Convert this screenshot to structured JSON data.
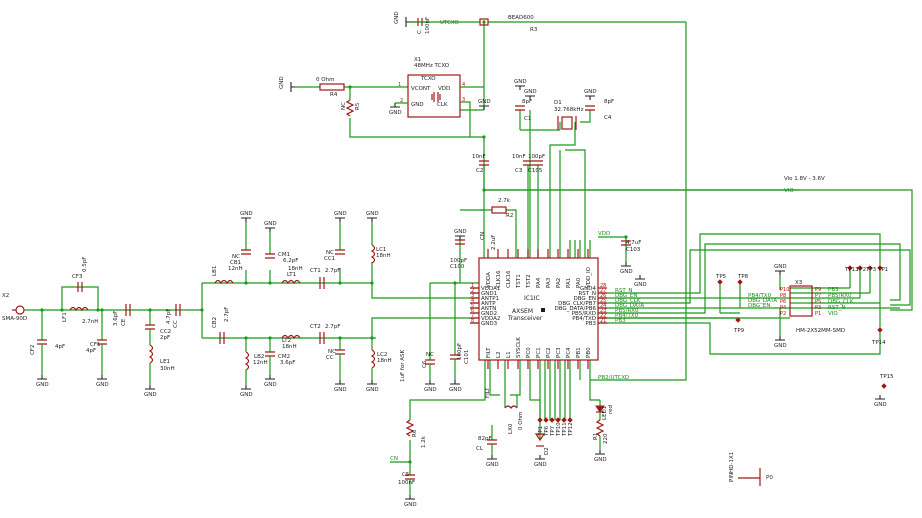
{
  "labels": {
    "sma_ref": "X2",
    "sma_val": "SMA-90D",
    "cf3_ref": "CF3",
    "cf3_val": "0.5pF",
    "lf1_ref": "LF1",
    "lf1_val": "2.7nH",
    "cf2_ref": "CF2",
    "cf2_val": "4pF",
    "cf1_ref": "CF1",
    "cf1_val": "4pF",
    "ce_ref": "CE",
    "ce_val": "3.6pF",
    "cc_ref": "CC",
    "cc_val": "4.7pF",
    "cc2_ref": "CC2",
    "cc2_val": "2pF",
    "le1_ref": "LE1",
    "le1_val": "30nH",
    "cb1_ref": "CB1",
    "cb1_val": "NC",
    "lb1_ref": "LB1",
    "lb1_val": "12nH",
    "cm1_ref": "CM1",
    "cm1_val": "6.2pF",
    "lt1_ref": "LT1",
    "lt1_val": "18nH",
    "ct1_ref": "CT1",
    "ct1_val": "2.7pF",
    "cc1_ref": "CC1",
    "cc1_val": "NC",
    "lc1_ref": "LC1",
    "lc1_val": "18nH",
    "cb2_ref": "CB2",
    "cb2_val": "2.7pF",
    "lb2_ref": "LB2",
    "lb2_val": "12nH",
    "cm2_ref": "CM2",
    "cm2_val": "3.6pF",
    "lt2_ref": "LT2",
    "lt2_val": "18nH",
    "ct2_ref": "CT2",
    "ct2_val": "2.7pF",
    "cc_nc_ref": "CC",
    "cc_nc_val": "NC",
    "lc2_ref": "LC2",
    "lc2_val": "18nH",
    "c6_ref": "C6",
    "c6_val": "NC",
    "c101_ref": "C101",
    "c101_val": "100pF",
    "c100_ref": "C100",
    "c100_val": "100pF",
    "ask_note": "1uF for ASK",
    "c_top_ref": "C",
    "c_top_val": "100nF",
    "utcxo": "UTCXO",
    "r3_ref": "R3",
    "r3_val": "BEAD600",
    "x1_ref": "X1",
    "x1_val": "48MHz TCXO",
    "tcxo": "TCXO",
    "vcont": "VCONT",
    "vdd": "VDD",
    "gnd_pin": "GND",
    "clk_pin": "CLK",
    "r4_ref": "R4",
    "r4_val": "0 Ohm",
    "r5_ref": "R5",
    "r5_val": "NC",
    "d1_ref": "D1",
    "d1_val": "32.768kHz",
    "c1_ref": "C1",
    "c1_val": "8pF",
    "c4_ref": "C4",
    "c4_val": "8pF",
    "c2_ref": "C2",
    "c2_val": "10nF",
    "c3_ref": "C3",
    "c3_val": "10nF",
    "c105_ref": "C105",
    "c105_val": "100pF",
    "r2_ref": "R2",
    "r2_val": "2.7k",
    "cn_ref": "CN",
    "cn_val": "2.2uF",
    "cvdd_ref": "C103",
    "cvdd_val": "4.7uF",
    "vio_net": "VIO",
    "vio_note": "Vio 1.8V - 3.6V",
    "vio_label": "VIO",
    "ic_title": "IC1IC",
    "ic_sub1": "AXSEM",
    "ic_sub2": "Transceiver",
    "tp5": "TP5",
    "tp8": "TP8",
    "tp9": "TP9",
    "tp13": "TP13",
    "tp2": "TP2",
    "tp3": "TP3",
    "tp1": "TP1",
    "tp14": "TP14",
    "tp15": "TP15",
    "x3_ref": "X3",
    "x3_val": "HM-2X52MM-SMD",
    "lx0_ref": "LX0",
    "lx0_val": "0 Ohm",
    "lx_ref": "LX",
    "r6_ref": "R6",
    "r6_val": "1.2k",
    "c_low_ref": "C5",
    "c_low_val": "100nF",
    "cn2_ref": "CL",
    "cn2_val": "82pF",
    "can_net": "CN",
    "led_ref": "LED1",
    "led_val": "red",
    "r1_ref": "R1",
    "r1_val": "220",
    "d2_ref": "D2",
    "p0_ref": "P0",
    "p0_val": "PINHD-1X1",
    "fil1": "FILT",
    "pb2_net": "PB2/UTCXO",
    "vdd_net": "VDD",
    "gnd": "GND"
  },
  "ic_pins": {
    "left": [
      "1 VDDA1",
      "2 GND1",
      "3 ANTP1",
      "4 ANTP",
      "5 ANTN",
      "6 GND2",
      "7 VDDA2",
      "8 GND3"
    ],
    "right": [
      "28 GND4",
      "27 RST_N",
      "26 DBG_EN",
      "25 DBG_CLK/PB7",
      "24 DBG_DATA/PB6",
      "23 PB5/RXD",
      "22 PB4/TXD",
      "21 PB3"
    ],
    "top": [
      "VDDA",
      "CLK16",
      "CLK16",
      "TST1",
      "TST2",
      "PA4",
      "PA3",
      "PA2",
      "PA1",
      "PA0",
      "VDD_IO"
    ],
    "bottom": [
      "FILT",
      "L2",
      "L1",
      "SYSCLK",
      "PC0",
      "PC1",
      "PC2",
      "PC3",
      "PC4",
      "PB1",
      "PB0"
    ]
  },
  "nets_right": [
    "RST_N",
    "DBG_EN",
    "DBG_CLK",
    "DBG_DATA",
    "PB5/RX0",
    "PB4/TX0",
    "PB3"
  ],
  "x3_pins": {
    "left": [
      "P10",
      "P8",
      "P6",
      "P4",
      "P2"
    ],
    "right": [
      "P9 PB3",
      "P7 PB5/RX0",
      "P5 DBG_CLK",
      "P3 RST_N",
      "P1 VIO"
    ],
    "left_nets": [
      "PB4/TX0",
      "DBG_DATA",
      "DBG_EN"
    ]
  },
  "tp_bottom": [
    "TP1",
    "TP6",
    "TP7",
    "TP10",
    "TP11",
    "TP12"
  ]
}
